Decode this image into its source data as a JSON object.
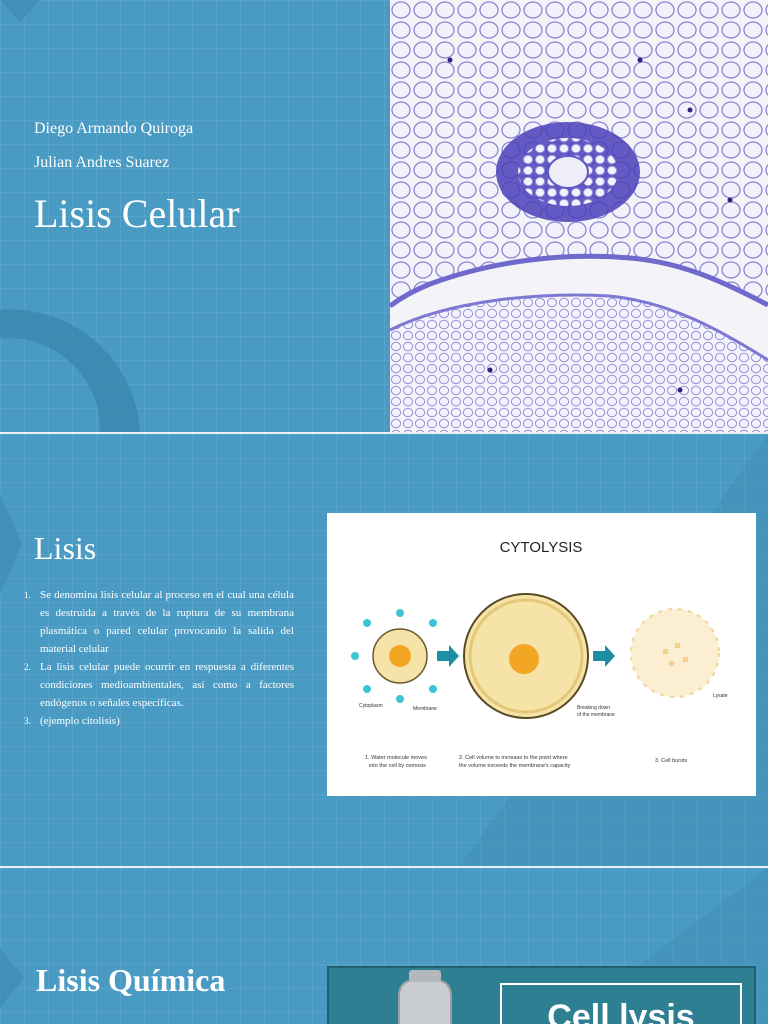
{
  "slide1": {
    "author1": "Diego Armando Quiroga",
    "author2": "Julian Andres Suarez",
    "title": "Lisis Celular"
  },
  "slide2": {
    "title": "Lisis",
    "items": [
      {
        "num": "1.",
        "text": "Se denomina lisis celular al proceso en el cual una célula es destruida a través de la ruptura de su membrana plasmática o pared celular provocando la salida del material celular"
      },
      {
        "num": "2.",
        "text": "La lisis celular puede ocurrir en respuesta a diferentes condiciones medioambientales, así como a factores endógenos o señales específicas."
      },
      {
        "num": "3.",
        "text": "(ejemplo citolisis)"
      }
    ],
    "diagram": {
      "title": "CYTOLYSIS",
      "label_cytoplasm": "Cytoplasm",
      "label_membrane": "Membrane",
      "label_breaking1": "Breaking down",
      "label_breaking2": "of the membrane",
      "label_lysate": "Lysate",
      "step1_line1": "1. Water molecule moves",
      "step1_line2": "into the cell by osmosis",
      "step2_line1": "2. Cell volume to increase to the point where",
      "step2_line2": "the volume exceeds the membrane's capacity",
      "step3": "3. Cell bursts"
    }
  },
  "slide3": {
    "title": "Lisis Química",
    "card_text": "Cell lysis"
  },
  "colors": {
    "slide_bg": "#4a9bc4",
    "accent_arrow": "#1e8fa3",
    "cell_fill": "#f5e3a8"
  }
}
